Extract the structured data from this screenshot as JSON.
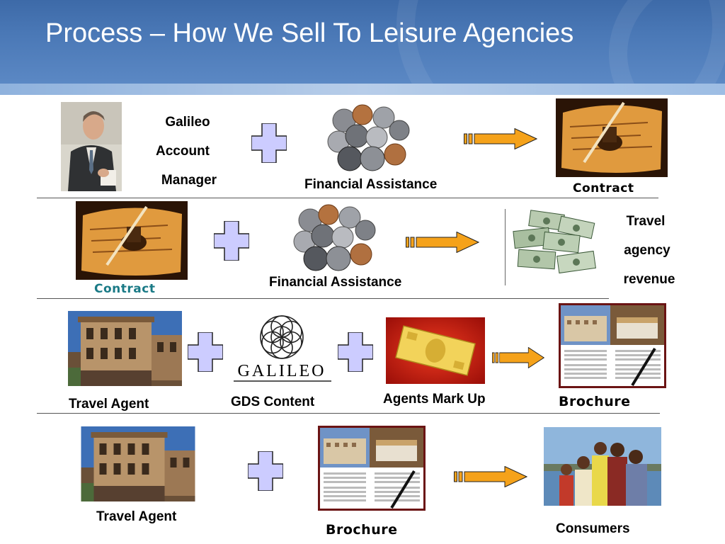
{
  "slide": {
    "title": "Process – How We Sell To Leisure Agencies"
  },
  "rows": [
    {
      "left_label_lines": [
        "Galileo",
        "Account",
        "Manager"
      ],
      "middle_label": "Financial Assistance",
      "result_label": "Contract"
    },
    {
      "left_label": "Contract",
      "middle_label": "Financial Assistance",
      "result_label_lines": [
        "Travel",
        "agency",
        "revenue"
      ]
    },
    {
      "left_label": "Travel Agent",
      "gds_logo_text": "GALILEO",
      "gds_label": "GDS Content",
      "markup_label": "Agents Mark Up",
      "result_label": "Brochure"
    },
    {
      "left_label": "Travel Agent",
      "middle_label": "Brochure",
      "result_label": "Consumers"
    }
  ],
  "colors": {
    "header": "#4a78b6",
    "plus_fill": "#ccccff",
    "arrow_fill": "#f5a21a",
    "contract_label": "#1a7a86"
  },
  "icons": [
    "plus-icon",
    "arrow-right-icon"
  ]
}
